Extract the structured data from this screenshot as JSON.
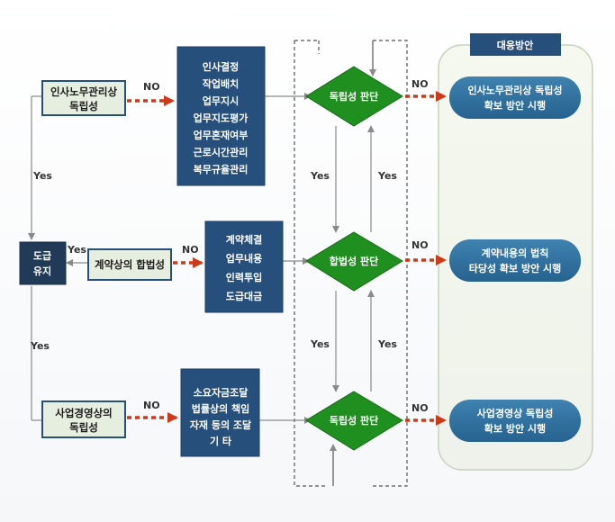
{
  "panel": {
    "title": "대응방안"
  },
  "checks": [
    {
      "line1": "인사노무관리상",
      "line2": "독립성"
    },
    {
      "line1": "계약상의 합법성",
      "line2": ""
    },
    {
      "line1": "사업경영상의",
      "line2": "독립성"
    }
  ],
  "maintain": {
    "line1": "도급",
    "line2": "유지"
  },
  "criteria": [
    [
      "인사결정",
      "작업배치",
      "업무지시",
      "업무지도평가",
      "업무혼재여부",
      "근로시간관리",
      "복무규율관리"
    ],
    [
      "계약체결",
      "업무내용",
      "인력투입",
      "도급대금"
    ],
    [
      "소요자금조달",
      "법률상의 책임",
      "자재 등의 조달",
      "기 타"
    ]
  ],
  "decisions": [
    "독립성 판단",
    "합법성 판단",
    "독립성 판단"
  ],
  "actions": [
    {
      "line1": "인사노무관리상 독립성",
      "line2": "확보 방안 시행"
    },
    {
      "line1": "계약내용의 법칙",
      "line2": "타당성 확보 방안 시행"
    },
    {
      "line1": "사업경영상 독립성",
      "line2": "확보 방안 시행"
    }
  ],
  "labels": {
    "no": "NO",
    "yes": "Yes"
  },
  "colors": {
    "navy": "#274f7c",
    "green": "#1f8f1f",
    "teal": "#2f6f9c",
    "red": "#cc3a1a",
    "checkFill": "#e6eedf"
  }
}
